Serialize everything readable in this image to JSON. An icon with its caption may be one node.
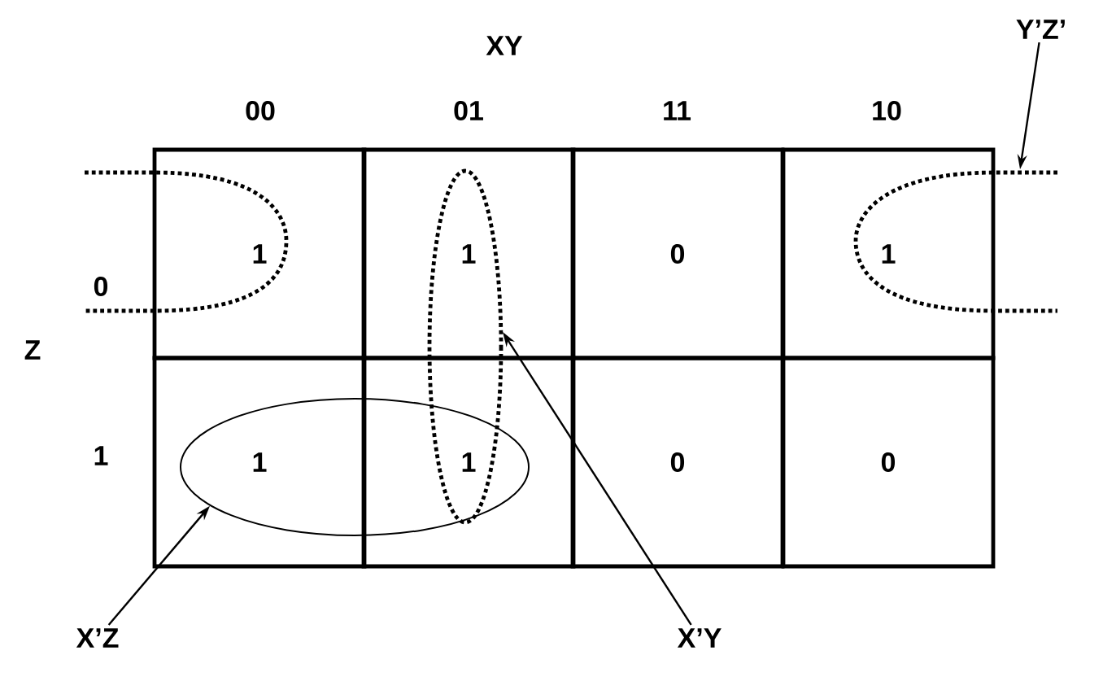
{
  "diagram": {
    "nodes": [
      {
        "text": [
          "1"
        ]
      },
      {
        "text": [
          "1"
        ]
      },
      {
        "text": [
          "0"
        ]
      },
      {
        "text": [
          "1"
        ]
      },
      {
        "text": [
          "1"
        ]
      },
      {
        "text": [
          "1"
        ]
      },
      {
        "text": [
          "0"
        ]
      },
      {
        "text": [
          "0"
        ]
      },
      {
        "text": [],
        "shape": "ellipse"
      },
      {
        "text": [
          "X’Z"
        ]
      },
      {
        "text": [
          "X’Y"
        ]
      },
      {
        "text": [
          "Y’Z’"
        ]
      }
    ],
    "edges": [
      {
        "from": 9,
        "to": 8,
        "arrow": "to"
      },
      {
        "from": 10,
        "to": 1,
        "arrow": "to"
      },
      {
        "from": 11,
        "to": null,
        "arrow": "to"
      }
    ],
    "labels": [
      "XY",
      "00",
      "01",
      "11",
      "10",
      "Z",
      "0",
      "1"
    ]
  }
}
